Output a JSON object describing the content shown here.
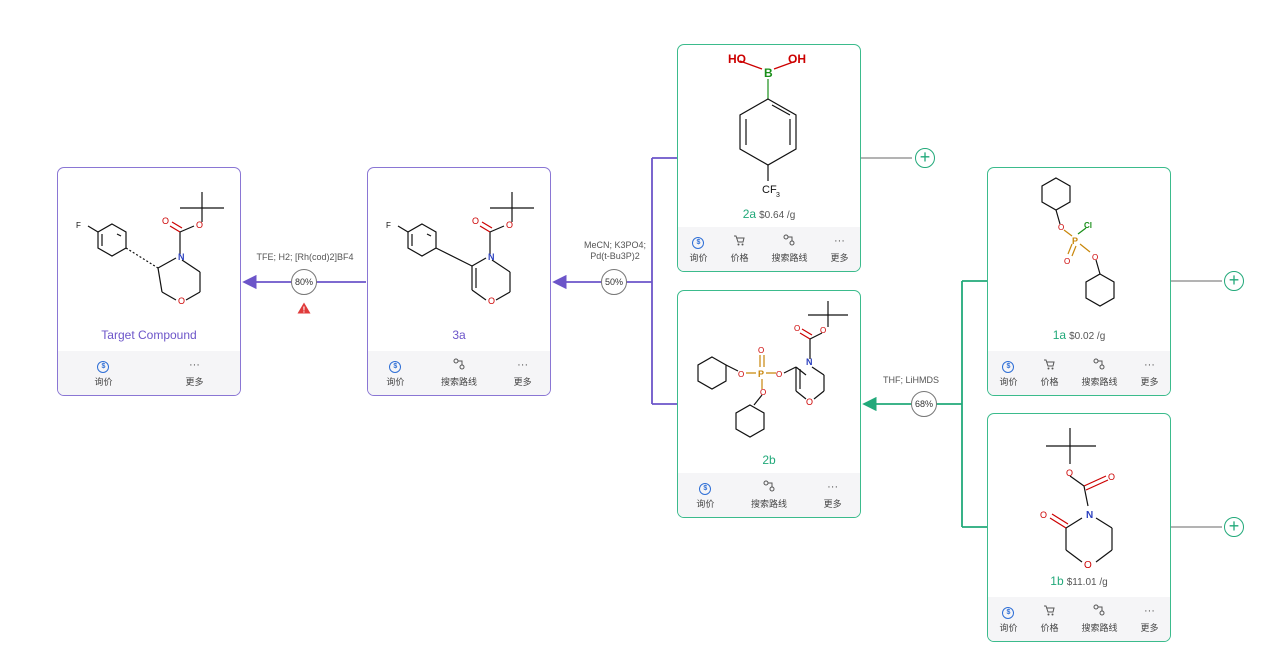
{
  "nodes": {
    "target": {
      "label": "Target Compound",
      "actions": [
        "询价",
        "更多"
      ]
    },
    "n3a": {
      "code": "3a",
      "actions": [
        "询价",
        "搜索路线",
        "更多"
      ]
    },
    "n2a": {
      "code": "2a",
      "price": "$0.64 /g",
      "actions": [
        "询价",
        "价格",
        "搜索路线",
        "更多"
      ]
    },
    "n2b": {
      "code": "2b",
      "actions": [
        "询价",
        "搜索路线",
        "更多"
      ]
    },
    "n1a": {
      "code": "1a",
      "price": "$0.02 /g",
      "actions": [
        "询价",
        "价格",
        "搜索路线",
        "更多"
      ]
    },
    "n1b": {
      "code": "1b",
      "price": "$11.01 /g",
      "actions": [
        "询价",
        "价格",
        "搜索路线",
        "更多"
      ]
    }
  },
  "reactions": {
    "r1": {
      "conditions": "TFE; H2; [Rh(cod)2]BF4",
      "yield": "80%"
    },
    "r2": {
      "conditions_line1": "MeCN; K3PO4;",
      "conditions_line2": "Pd(t-Bu3P)2",
      "yield": "50%"
    },
    "r3": {
      "conditions": "THF; LiHMDS",
      "yield": "68%"
    }
  },
  "atoms": {
    "ho": "HO",
    "oh": "OH",
    "b": "B",
    "cf3": "CF",
    "sub3": "3",
    "f3c": "F",
    "n": "N",
    "o": "O",
    "p": "P",
    "cl": "Cl"
  },
  "icons": {
    "plus": "+",
    "more": "···",
    "dollar": "$",
    "warn": "!"
  },
  "colors": {
    "purple": "#6c55c9",
    "green": "#22a97a",
    "gray_line": "#9a9a9a",
    "warning": "#e03b3b"
  }
}
